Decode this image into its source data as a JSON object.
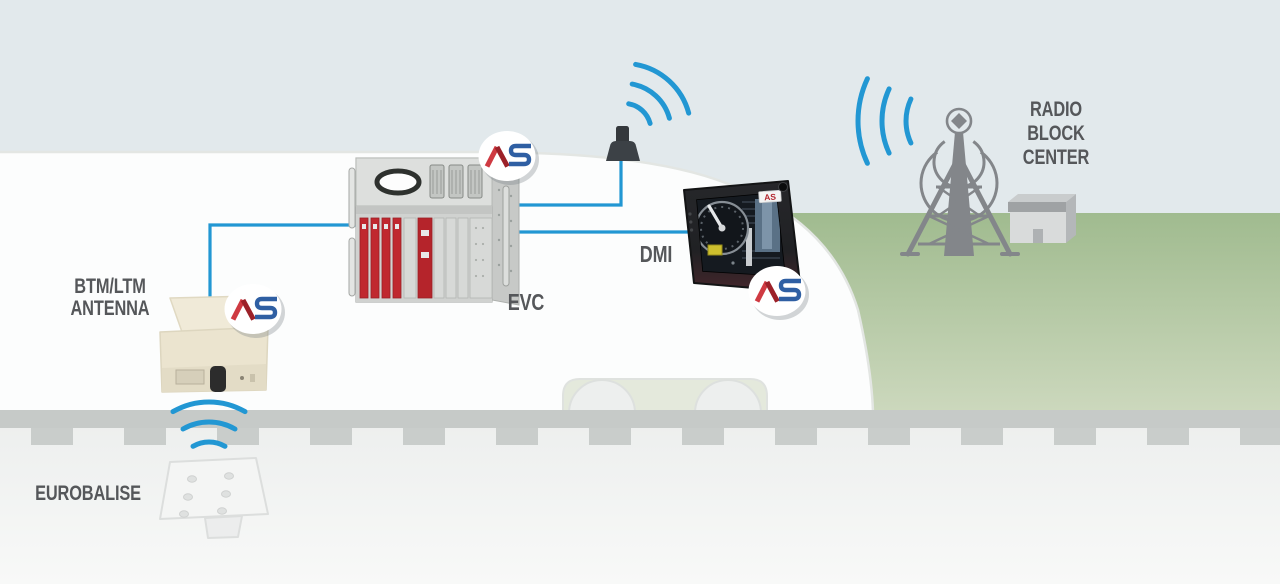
{
  "labels": {
    "btm_ltm_antenna": [
      "BTM/LTM",
      "ANTENNA"
    ],
    "eurobalise": "EUROBALISE",
    "evc": "EVC",
    "dmi": "DMI",
    "radio_block_center": [
      "RADIO",
      "BLOCK",
      "CENTER"
    ]
  },
  "brand": {
    "initials": "AS"
  },
  "icons": {
    "as_logo_badge": "white ellipse badge with red A and blue S",
    "radio_waves": "blue signal arcs",
    "radio_tower": "gray lattice antenna tower with concentric rings",
    "rbc_building": "gray equipment shelter"
  },
  "colors": {
    "accent_blue": "#2297d3",
    "label_gray": "#55575a",
    "brand_red": "#c3303a",
    "brand_blue": "#2f5fa3",
    "sky": "#e2e9ec",
    "grass_green": "#a5bf95",
    "train_white": "#fcfdfd",
    "tower_gray": "#83868a"
  }
}
